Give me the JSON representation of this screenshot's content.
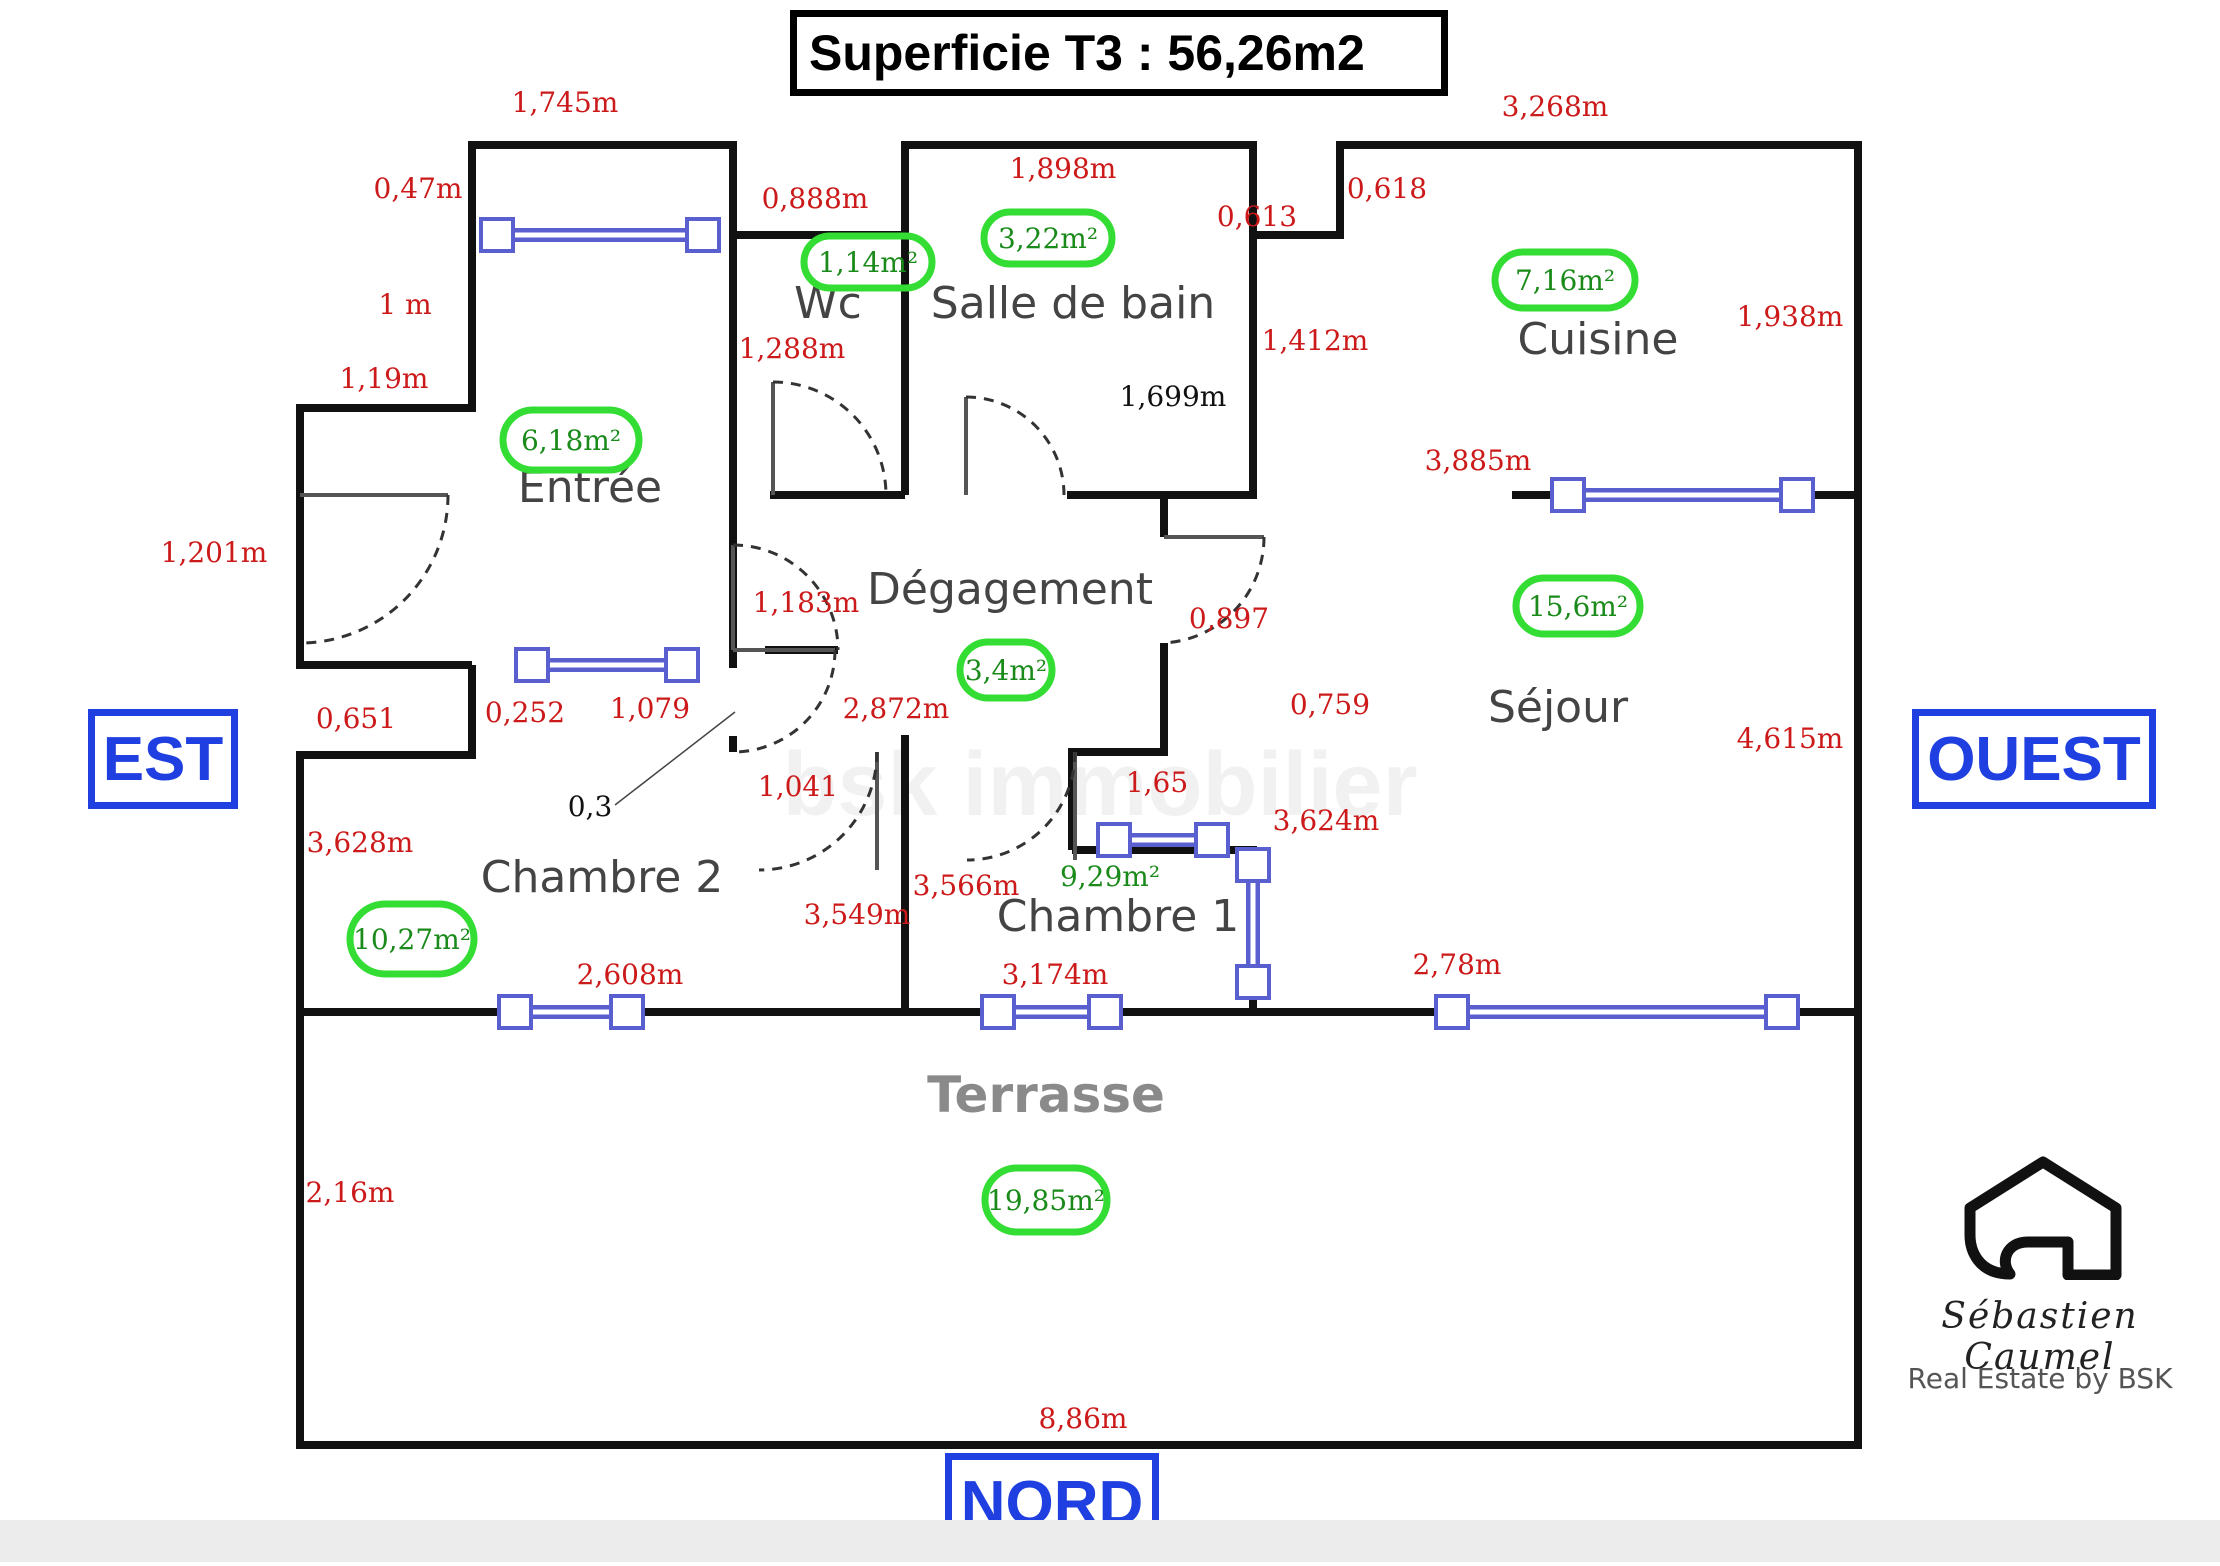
{
  "title": "Superficie T3 : 56,26m2",
  "orientation": {
    "est": "EST",
    "ouest": "OUEST",
    "nord": "NORD"
  },
  "rooms": [
    {
      "name": "Wc",
      "area": "1,14m²"
    },
    {
      "name": "Salle de bain",
      "area": "3,22m²"
    },
    {
      "name": "Cuisine",
      "area": "7,16m²"
    },
    {
      "name": "Entrée",
      "area": "6,18m²"
    },
    {
      "name": "Dégagement",
      "area": "3,4m²"
    },
    {
      "name": "Séjour",
      "area": "15,6m²"
    },
    {
      "name": "Chambre 2",
      "area": "10,27m²"
    },
    {
      "name": "Chambre 1",
      "area": "9,29m²"
    },
    {
      "name": "Terrasse",
      "area": "19,85m²"
    }
  ],
  "dimensions": [
    "1,745m",
    "0,47m",
    "0,888m",
    "1,898m",
    "3,268m",
    "0,613",
    "0,618",
    "1 m",
    "1,19m",
    "1,288m",
    "1,412m",
    "1,938m",
    "1,699m",
    "3,885m",
    "1,201m",
    "1,183m",
    "0,897",
    "0,651",
    "0,252",
    "1,079",
    "2,872m",
    "0,759",
    "4,615m",
    "0,3",
    "1,041",
    "1,65",
    "3,624m",
    "3,628m",
    "3,566m",
    "3,549m",
    "2,78m",
    "2,608m",
    "3,174m",
    "2,16m",
    "8,86m"
  ],
  "brand": {
    "name": "Sébastien Caumel",
    "tagline": "Real Estate by BSK"
  },
  "watermark": "bsk immobilier",
  "colors": {
    "walls": "#111111",
    "dimension_text": "#cc1a1a",
    "area_outline": "#33dd33",
    "area_text": "#1a8a1a",
    "orientation": "#1f3fe0",
    "window": "#5a5fd0",
    "room_label": "#444444",
    "terrace_label": "#8a8a8a"
  }
}
